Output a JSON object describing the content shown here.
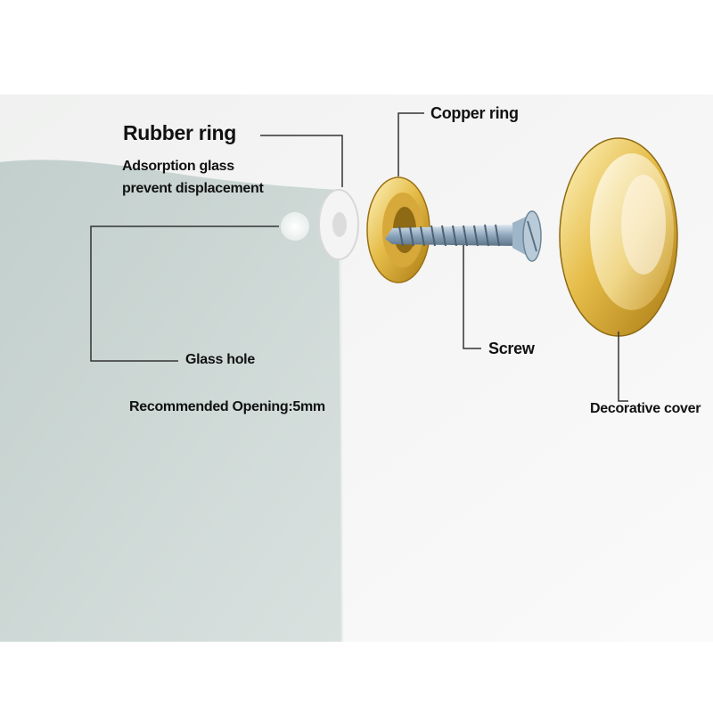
{
  "labels": {
    "rubber_ring": "Rubber ring",
    "adsorption_line1": "Adsorption glass",
    "adsorption_line2": "prevent displacement",
    "copper_ring": "Copper ring",
    "screw": "Screw",
    "glass_hole": "Glass hole",
    "recommended_opening": "Recommended Opening:5mm",
    "decorative_cover": "Decorative cover"
  },
  "colors": {
    "panel_background": "#f2f3f2",
    "glass": "#c7d3d0",
    "gold_light": "#fff6c4",
    "gold_mid": "#e6bd4a",
    "gold_dark": "#a97a12",
    "screw_steel": "#8ea7bd",
    "rubber": "#eeeeee",
    "leader_line": "#333333"
  }
}
